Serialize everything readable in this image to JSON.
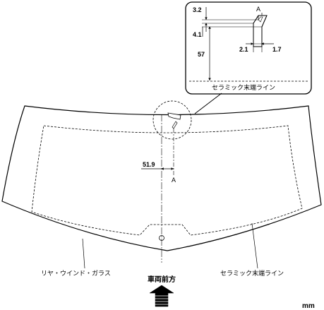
{
  "detail": {
    "dim_top": "3.2",
    "dim_upper": "4.1",
    "dim_height": "57",
    "dim_left": "2.1",
    "dim_right": "1.7",
    "section_label": "A",
    "ceramic_label": "セラミック末端ライン"
  },
  "main": {
    "dim_offset": "51.9",
    "section_label": "A",
    "glass_label": "リヤ・ウインド・ガラス",
    "ceramic_label": "セラミック末端ライン",
    "direction_label": "車両前方",
    "unit_label": "mm"
  }
}
